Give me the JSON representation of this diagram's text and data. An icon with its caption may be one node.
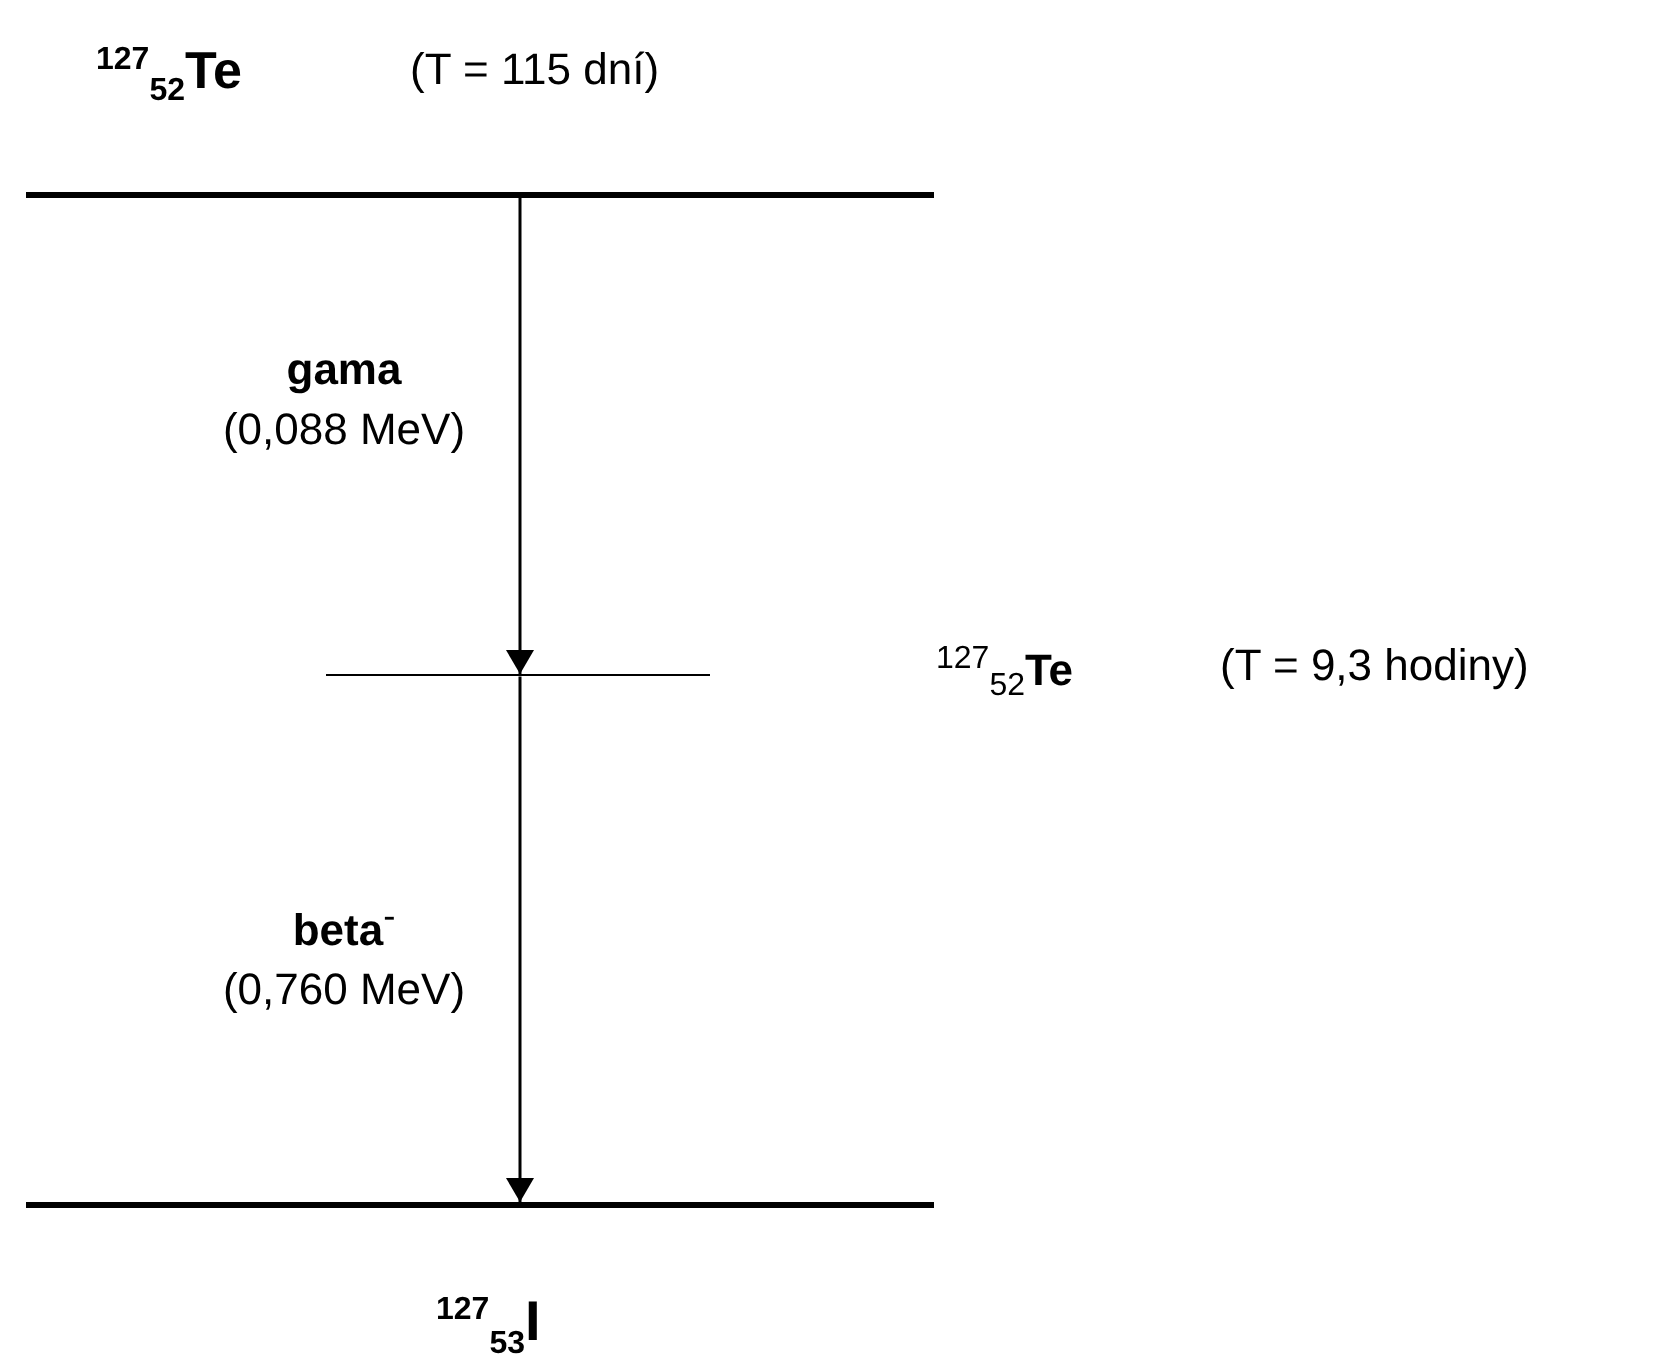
{
  "diagram": {
    "nodes": [
      {
        "text": [],
        "shape": "bar",
        "beside": [
          "$^{127}$$_{52}$Te",
          "(T = 115 dní)"
        ]
      },
      {
        "text": [],
        "shape": "bar",
        "beside": [
          "$^{127}$$_{52}$**Te**",
          "(T = 9,3 hodiny)"
        ]
      },
      {
        "text": [],
        "shape": "bar",
        "beside": [
          "$^{127}$$_{53}$I"
        ]
      }
    ],
    "edges": [
      {
        "from": 0,
        "to": 1,
        "arrow": "to",
        "label": "**gama** (0,088 MeV)"
      },
      {
        "from": 1,
        "to": 2,
        "arrow": "to",
        "label": "**beta**$^{-}$ (0,760 MeV)"
      }
    ]
  }
}
